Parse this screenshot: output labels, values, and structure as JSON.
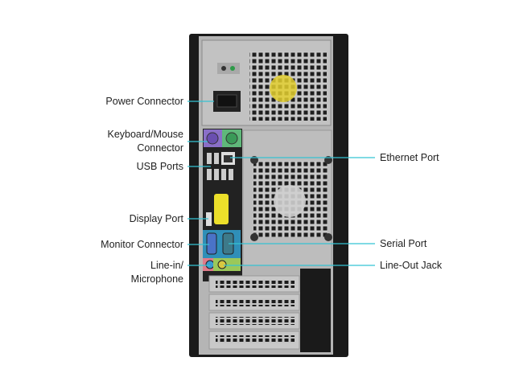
{
  "title": "Desktop tower rear panel ports",
  "colors": {
    "leader_line": "#35c3d3",
    "case": "#1a1a1a",
    "panel": "#b9b9b9"
  },
  "labels": {
    "left": [
      {
        "lines": [
          "Power Connector"
        ]
      },
      {
        "lines": [
          "Keyboard/Mouse",
          "Connector"
        ]
      },
      {
        "lines": [
          "USB Ports"
        ]
      },
      {
        "lines": [
          "Display Port"
        ]
      },
      {
        "lines": [
          "Monitor Connector"
        ]
      },
      {
        "lines": [
          "Line-in/",
          "Microphone"
        ]
      }
    ],
    "right": [
      {
        "lines": [
          "Ethernet Port"
        ]
      },
      {
        "lines": [
          "Serial Port"
        ]
      },
      {
        "lines": [
          "Line-Out Jack"
        ]
      }
    ]
  }
}
